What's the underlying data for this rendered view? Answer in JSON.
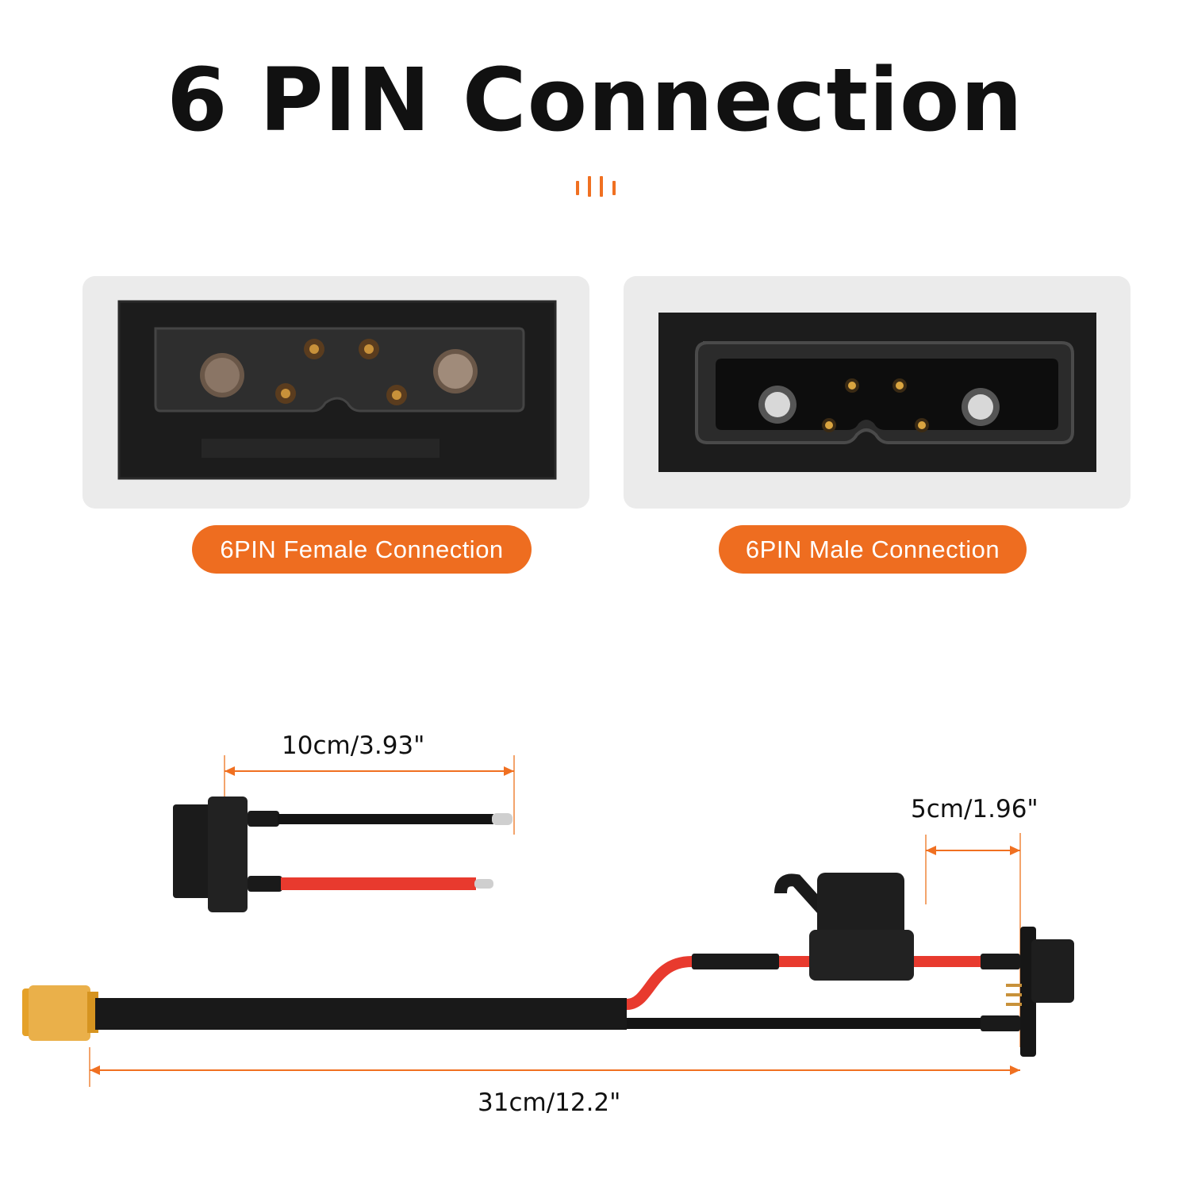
{
  "title": "6 PIN Connection",
  "accent_color": "#ee6d20",
  "connectors": [
    {
      "label": "6PIN Female Connection",
      "icon": "female-6pin-connector-icon"
    },
    {
      "label": "6PIN Male Connection",
      "icon": "male-6pin-connector-icon"
    }
  ],
  "dimensions": {
    "short_cable": "10cm/3.93\"",
    "fuse_lead": "5cm/1.96\"",
    "total_length": "31cm/12.2\""
  }
}
